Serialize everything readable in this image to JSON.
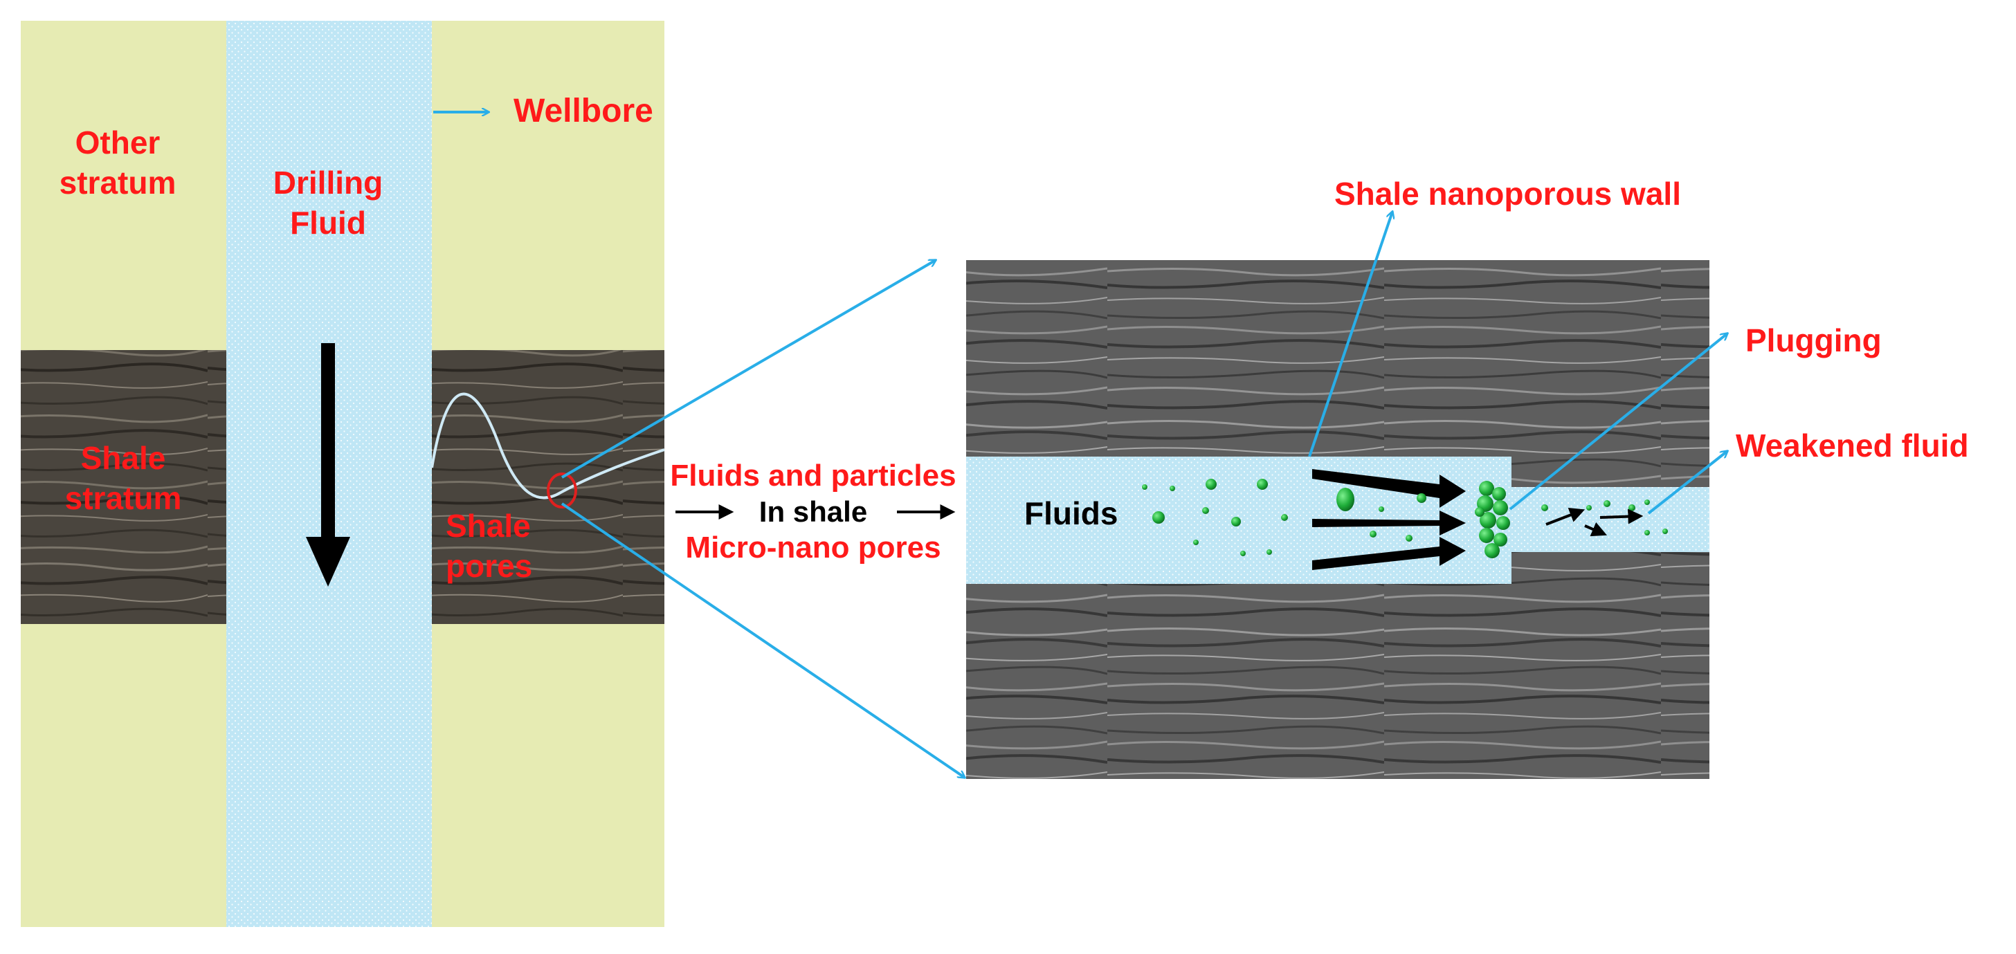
{
  "labels": {
    "wellbore": "Wellbore",
    "other_stratum_1": "Other",
    "other_stratum_2": "stratum",
    "drilling_fluid_1": "Drilling",
    "drilling_fluid_2": "Fluid",
    "shale_stratum_1": "Shale",
    "shale_stratum_2": "stratum",
    "shale_pores_1": "Shale",
    "shale_pores_2": "pores",
    "flow_line_1": "Fluids and particles",
    "flow_line_2": "In shale",
    "flow_line_3": "Micro-nano pores",
    "shale_wall": "Shale nanoporous wall",
    "plugging": "Plugging",
    "weakened_fluid": "Weakened fluid",
    "fluids": "Fluids"
  },
  "colors": {
    "stratum": "#e6ebb3",
    "drilling_fluid": "#bfe6f5",
    "shale": "#4e4942",
    "pore_rock": "#6e6e6e",
    "label_red": "#ff1a1a",
    "pointer_blue": "#29aee8",
    "particle_green": "#1fae3a",
    "pore_circle": "#e0201f"
  }
}
